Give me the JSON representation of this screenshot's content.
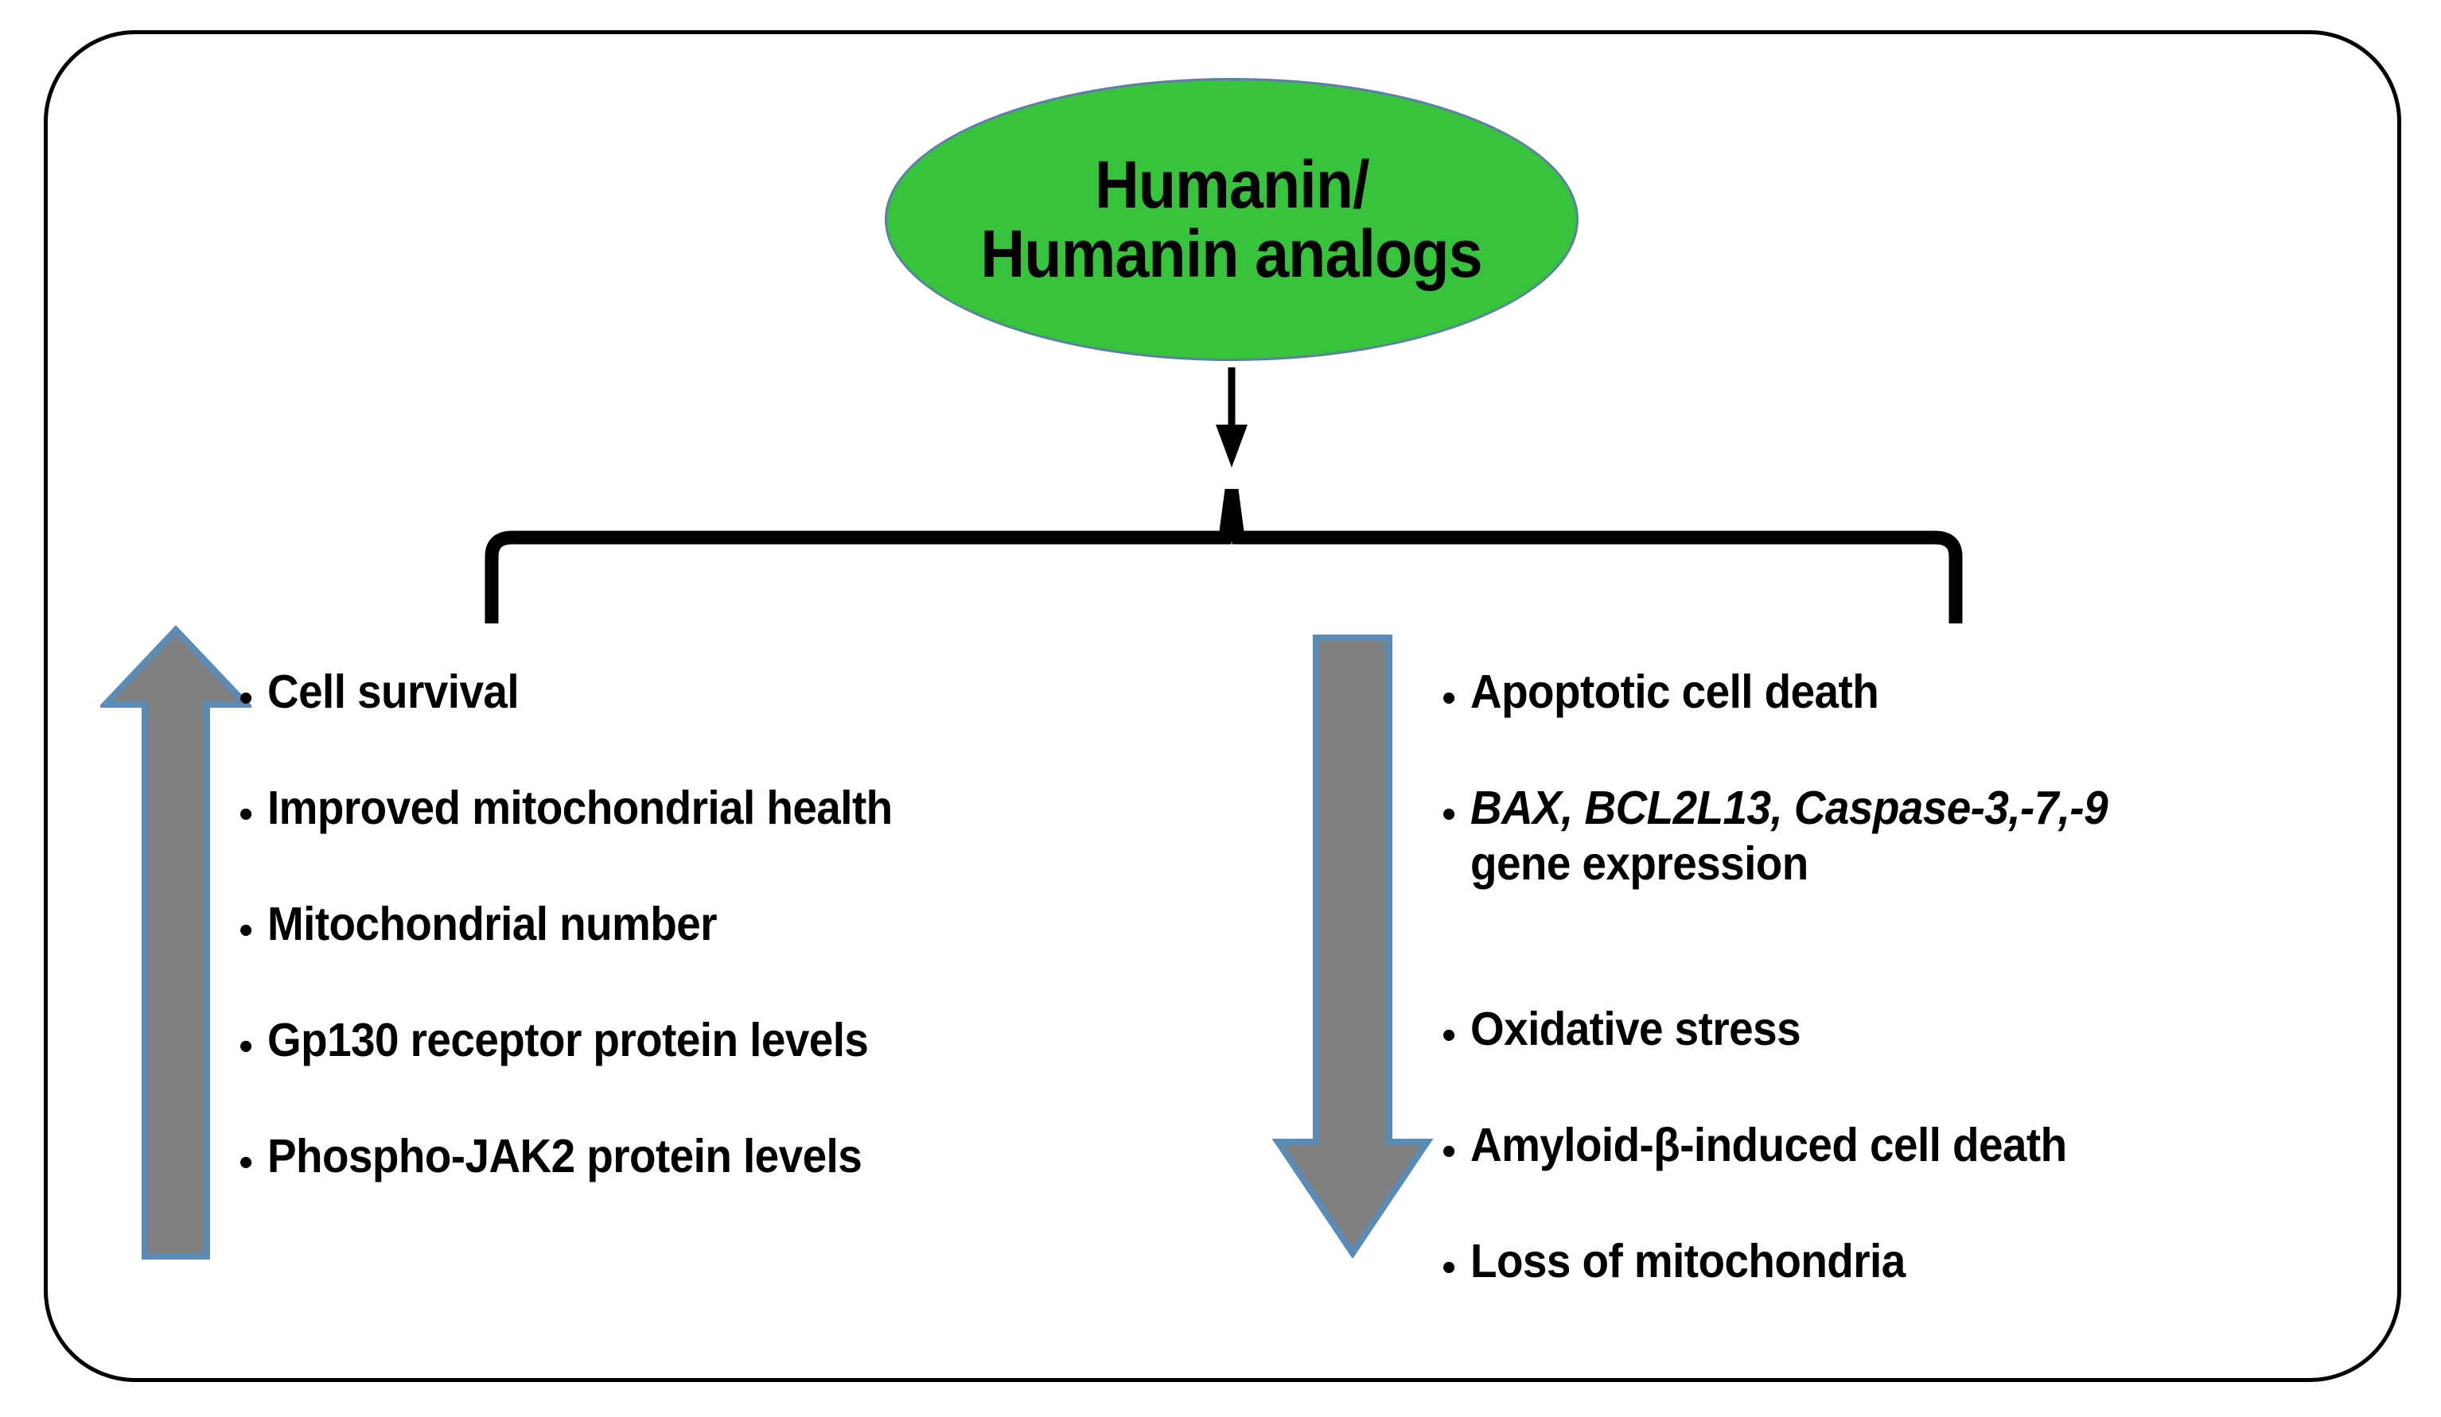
{
  "figure": {
    "title_node": {
      "line1": "Humanin/",
      "line2": "Humanin analogs",
      "fill_color": "#37C33B",
      "stroke_color": "#5B7FA6",
      "text_color": "#000000"
    },
    "connector": {
      "arrow_icon": "down-arrow-icon",
      "brace_icon": "curly-brace-icon",
      "color": "#000000"
    },
    "branches": [
      {
        "id": "increase",
        "direction": "up",
        "arrow_icon": "up-arrow-icon",
        "arrow_color": "#808080",
        "arrow_stroke_color": "#5B8CB8",
        "bullet_glyph": "•",
        "items": [
          {
            "text": "Cell survival"
          },
          {
            "text": "Improved mitochondrial health"
          },
          {
            "text": "Mitochondrial number"
          },
          {
            "text": "Gp130 receptor protein levels"
          },
          {
            "text": "Phospho-JAK2 protein levels"
          }
        ]
      },
      {
        "id": "decrease",
        "direction": "down",
        "arrow_icon": "down-arrow-icon",
        "arrow_color": "#808080",
        "arrow_stroke_color": "#5B8CB8",
        "bullet_glyph": "•",
        "items": [
          {
            "text": "Apoptotic cell death"
          },
          {
            "italic_text": "BAX, BCL2L13, Caspase-3,-7,-9",
            "text": " gene expression"
          },
          {
            "text": "Oxidative stress"
          },
          {
            "text": "Amyloid-β-induced cell death"
          },
          {
            "text": "Loss of mitochondria"
          }
        ]
      }
    ],
    "frame": {
      "border_color": "#000000",
      "background_color": "#ffffff"
    }
  }
}
